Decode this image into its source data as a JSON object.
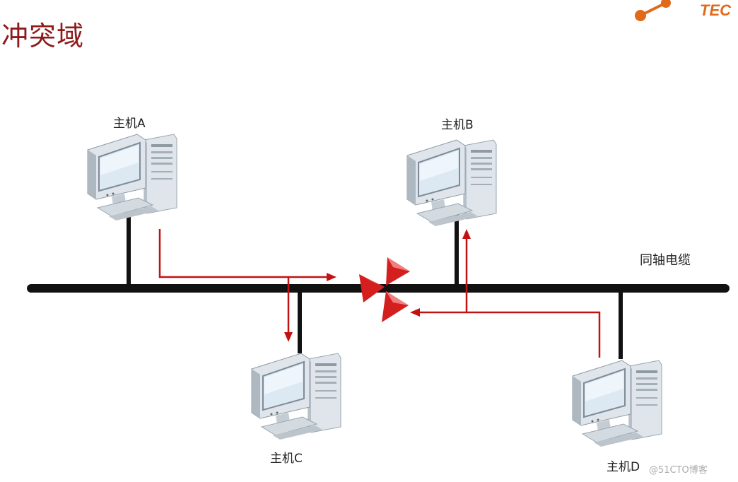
{
  "slide": {
    "title": "冲突域",
    "logo_text": "TEC",
    "watermark": "@51CTO博客"
  },
  "diagram": {
    "cable_label": "同轴电缆",
    "hosts": [
      {
        "id": "A",
        "label": "主机A"
      },
      {
        "id": "B",
        "label": "主机B"
      },
      {
        "id": "C",
        "label": "主机C"
      },
      {
        "id": "D",
        "label": "主机D"
      }
    ]
  },
  "colors": {
    "title": "#8e1a1a",
    "signal_arrow": "#c41212",
    "cable": "#111111",
    "collision": "#d41f1f",
    "logo": "#e0691a"
  }
}
